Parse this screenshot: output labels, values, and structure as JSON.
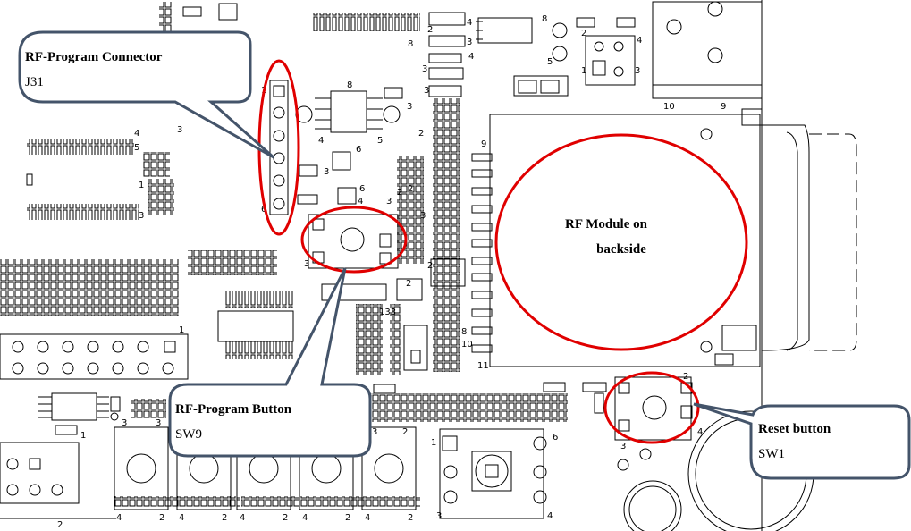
{
  "callouts": {
    "rf_connector": {
      "title": "RF-Program Connector",
      "ref": "J31"
    },
    "rf_button": {
      "title": "RF-Program Button",
      "ref": "SW9"
    },
    "reset": {
      "title": "Reset button",
      "ref": "SW1"
    }
  },
  "module_label": [
    "RF Module on",
    "backside"
  ],
  "pin_labels": {
    "j31_pin1": "1",
    "j31_pin6": "6",
    "rf_btn_pin3": "3",
    "ic_top_8": "8",
    "ic_top_4": "4",
    "ic_top_5": "5",
    "ic_mid_6": "6",
    "ic_mid_3": "3",
    "ic_mid_4": "4",
    "ic_mid_6b": "6",
    "res_3": "3",
    "res_2a": "2",
    "res_2b": "2",
    "sq_1": "1",
    "sq_3": "3",
    "sq_2": "2",
    "sq_4": "4",
    "top_8": "8",
    "top_3a": "3",
    "top_3b": "3",
    "top_3c": "3",
    "top_4": "4",
    "top_5": "5",
    "top_8b": "8",
    "top_2": "2",
    "top_4b": "4",
    "conn_10": "10",
    "conn_9": "9",
    "mod_9": "9",
    "mod_11": "11",
    "mod_10": "10",
    "mod_8": "8",
    "reset_2": "2",
    "reset_3": "3",
    "reset_4": "4",
    "left_4": "4",
    "left_3": "3",
    "left_5": "5",
    "left_3b": "3",
    "left_1": "1",
    "hdr_1": "1",
    "bot_1": "1",
    "bot_2": "2",
    "jack_1": "1",
    "jack_6": "6",
    "jack_3": "3",
    "jack_4": "4",
    "sw_3a": "3",
    "sw_3b": "3",
    "sw_2a": "2",
    "sw_4a": "4",
    "sw_2b": "2",
    "sw_4b": "4",
    "sw_2c": "2",
    "sw_4c": "4",
    "sw_2d": "2",
    "sw_4d": "4",
    "sw_2e": "2",
    "sw_4e": "4",
    "sw_3c": "3",
    "sw_2f": "2",
    "c133": "133",
    "ic2_2": "2",
    "ic2_2b": "2",
    "ic2_3": "3",
    "mid_2": "2",
    "mid_3": "3"
  },
  "colors": {
    "highlight": "#e00000",
    "callout_border": "#44546a",
    "trace": "#000000"
  }
}
